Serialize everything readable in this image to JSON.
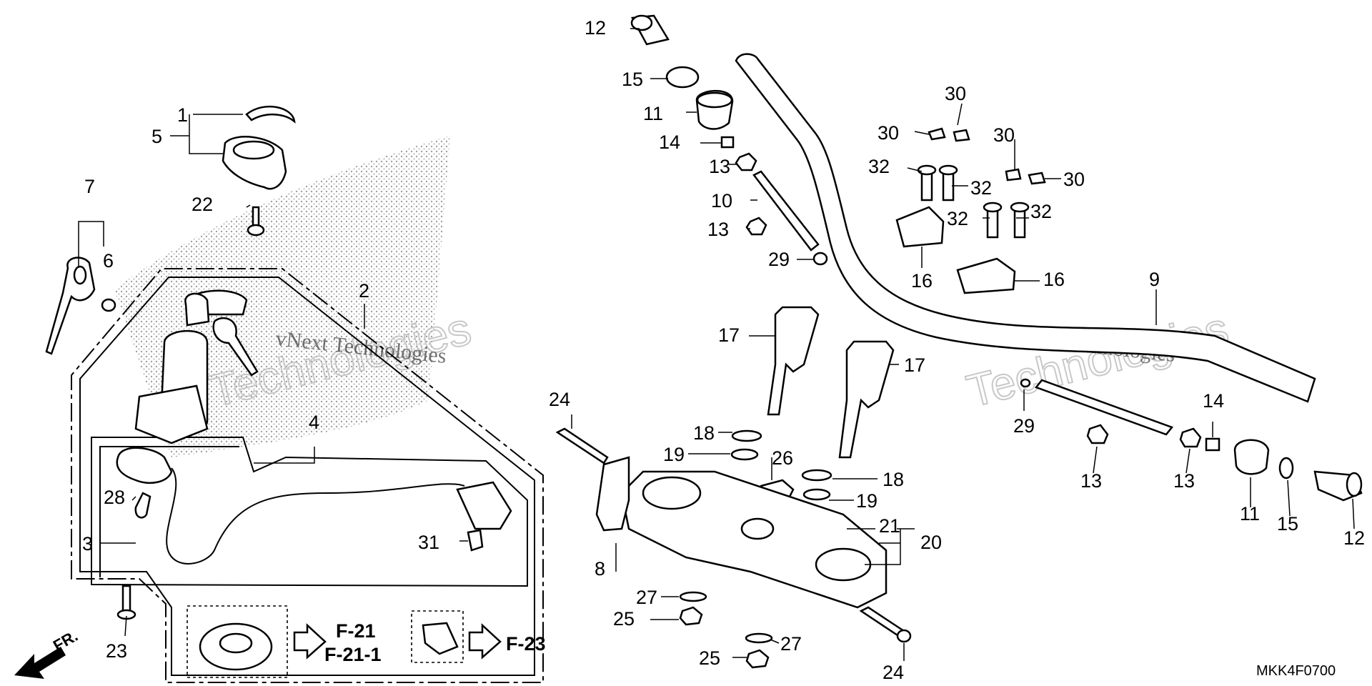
{
  "diagram": {
    "code": "MKK4F0700",
    "watermark_primary": "vNext Technologies",
    "watermark_secondary": "Technologies",
    "front_label": "FR.",
    "refs": [
      "F-21",
      "F-21-1",
      "F-23"
    ],
    "callouts": {
      "c1": "1",
      "c2": "2",
      "c3": "3",
      "c4": "4",
      "c5": "5",
      "c6": "6",
      "c7": "7",
      "c8": "8",
      "c9": "9",
      "c10": "10",
      "c11a": "11",
      "c11b": "11",
      "c12a": "12",
      "c12b": "12",
      "c13a": "13",
      "c13b": "13",
      "c13c": "13",
      "c13d": "13",
      "c14a": "14",
      "c14b": "14",
      "c15a": "15",
      "c15b": "15",
      "c16a": "16",
      "c16b": "16",
      "c17a": "17",
      "c17b": "17",
      "c18a": "18",
      "c18b": "18",
      "c19a": "19",
      "c19b": "19",
      "c20": "20",
      "c21": "21",
      "c22": "22",
      "c23": "23",
      "c24a": "24",
      "c24b": "24",
      "c25a": "25",
      "c25b": "25",
      "c26": "26",
      "c27a": "27",
      "c27b": "27",
      "c28": "28",
      "c29a": "29",
      "c29b": "29",
      "c30a": "30",
      "c30b": "30",
      "c30c": "30",
      "c30d": "30",
      "c31": "31",
      "c32a": "32",
      "c32b": "32",
      "c32c": "32",
      "c32d": "32"
    }
  }
}
